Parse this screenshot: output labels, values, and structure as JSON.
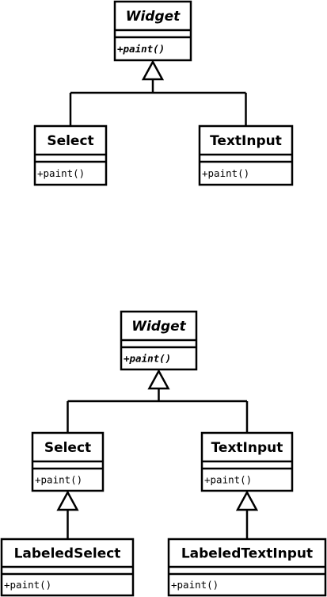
{
  "diagrams": [
    {
      "classes": [
        {
          "id": "widget",
          "name": "Widget",
          "abstract": true,
          "method": "+paint()",
          "method_abstract": true
        },
        {
          "id": "select",
          "name": "Select",
          "abstract": false,
          "method": "+paint()",
          "method_abstract": false
        },
        {
          "id": "textinput",
          "name": "TextInput",
          "abstract": false,
          "method": "+paint()",
          "method_abstract": false
        }
      ],
      "inheritance": [
        {
          "child": "select",
          "parent": "widget"
        },
        {
          "child": "textinput",
          "parent": "widget"
        }
      ]
    },
    {
      "classes": [
        {
          "id": "widget",
          "name": "Widget",
          "abstract": true,
          "method": "+paint()",
          "method_abstract": true
        },
        {
          "id": "select",
          "name": "Select",
          "abstract": false,
          "method": "+paint()",
          "method_abstract": false
        },
        {
          "id": "textinput",
          "name": "TextInput",
          "abstract": false,
          "method": "+paint()",
          "method_abstract": false
        },
        {
          "id": "labeledselect",
          "name": "LabeledSelect",
          "abstract": false,
          "method": "+paint()",
          "method_abstract": false
        },
        {
          "id": "labeledtextinput",
          "name": "LabeledTextInput",
          "abstract": false,
          "method": "+paint()",
          "method_abstract": false
        }
      ],
      "inheritance": [
        {
          "child": "select",
          "parent": "widget"
        },
        {
          "child": "textinput",
          "parent": "widget"
        },
        {
          "child": "labeledselect",
          "parent": "select"
        },
        {
          "child": "labeledtextinput",
          "parent": "textinput"
        }
      ]
    }
  ]
}
